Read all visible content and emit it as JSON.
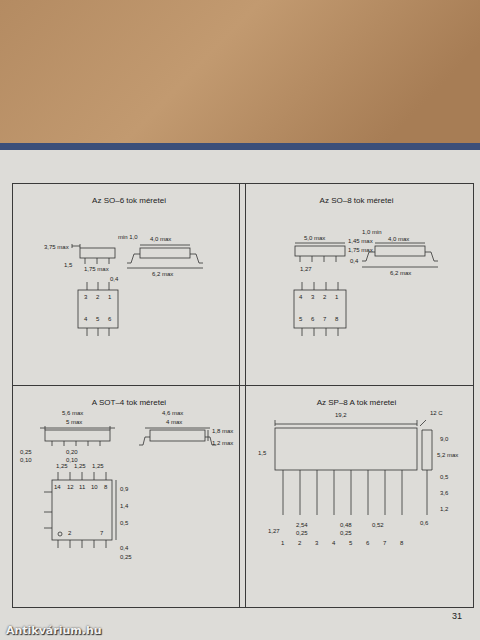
{
  "diagram": {
    "nodes": [
      {
        "text": [
          "Az SO–6 tok méretei"
        ]
      },
      {
        "text": [
          "Az SO–8 tok méretei"
        ]
      },
      {
        "text": [
          "A SOT–4 tok méretei"
        ]
      },
      {
        "text": [
          "Az SP–8 A tok méretei"
        ]
      }
    ],
    "labels": [
      "3,75 max",
      "1,5",
      "1,75 max",
      "0,4",
      "min 1,0",
      "4,0 max",
      "6,2 max",
      "3",
      "2",
      "1",
      "4",
      "5",
      "6",
      "5,0 max",
      "1,45 max",
      "1,75 max",
      "0,4",
      "1,27",
      "1,0 min",
      "4,0 max",
      "6,2 max",
      "4",
      "3",
      "2",
      "1",
      "5",
      "6",
      "7",
      "8",
      "5,6 max",
      "5 max",
      "4,6 max",
      "4 max",
      "1,8 max",
      "1,2 max",
      "0,25",
      "0,10",
      "0,20",
      "0,10",
      "1,25",
      "1,25",
      "1,25",
      "14",
      "12",
      "11",
      "10",
      "8",
      "2",
      "7",
      "0,9",
      "1,4",
      "0,5",
      "0,4",
      "0,25",
      "19,2",
      "12 C",
      "9,0",
      "5,2 max",
      "0,5",
      "3,6",
      "1,2",
      "0,6",
      "1,5",
      "1,27",
      "2,54",
      "0,25",
      "0,48",
      "0,25",
      "0,52",
      "1",
      "2",
      "3",
      "4",
      "5",
      "6",
      "7",
      "8",
      "31",
      "Antikvárium.hu"
    ]
  }
}
